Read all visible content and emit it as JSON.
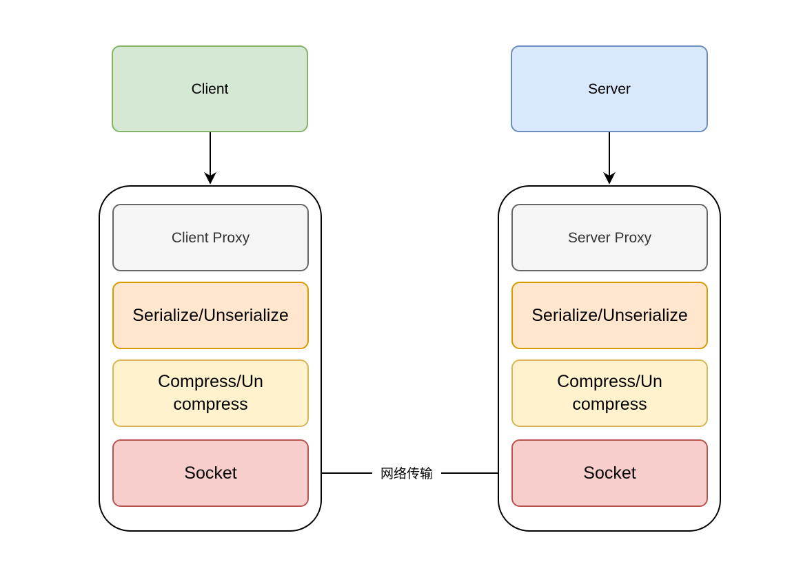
{
  "client": {
    "title": "Client",
    "layers": {
      "proxy": "Client Proxy",
      "serialize": "Serialize/Unserialize",
      "compress": "Compress/Un compress",
      "socket": "Socket"
    }
  },
  "server": {
    "title": "Server",
    "layers": {
      "proxy": "Server Proxy",
      "serialize": "Serialize/Unserialize",
      "compress": "Compress/Un compress",
      "socket": "Socket"
    }
  },
  "link": {
    "label": "网络传输"
  },
  "colors": {
    "client_fill": "#d5e8d4",
    "client_stroke": "#82b366",
    "server_fill": "#dae8fc",
    "server_stroke": "#6c8ebf",
    "proxy_fill": "#f5f5f5",
    "proxy_stroke": "#666666",
    "serialize_fill": "#ffe6cc",
    "serialize_stroke": "#d79b00",
    "compress_fill": "#fff2cc",
    "compress_stroke": "#d6b656",
    "socket_fill": "#f8cecc",
    "socket_stroke": "#b85450"
  }
}
